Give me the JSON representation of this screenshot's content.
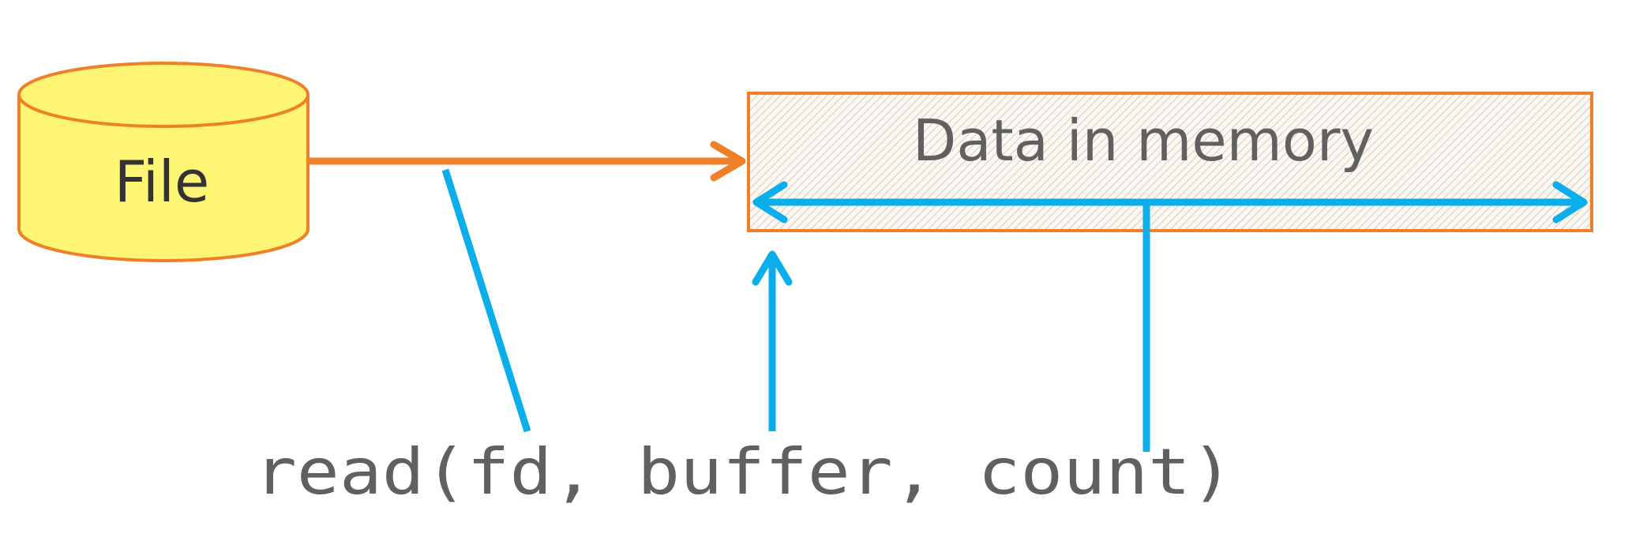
{
  "file": {
    "label": "File",
    "fill_color": "#fff575",
    "stroke_color": "#f07f2a"
  },
  "memory": {
    "label": "Data in memory",
    "border_color": "#f07f2a",
    "hatch_color": "#d9c9b8"
  },
  "call": {
    "parts": [
      "read(",
      "fd",
      ", ",
      "buffer",
      ", ",
      "count",
      ")"
    ]
  },
  "colors": {
    "arrow_orange": "#f07f2a",
    "pointer_blue": "#0aaeea",
    "text_gray": "#606060"
  },
  "icons": {
    "file": "cylinder-icon",
    "arrow": "arrow-right-icon",
    "length": "double-arrow-icon"
  }
}
